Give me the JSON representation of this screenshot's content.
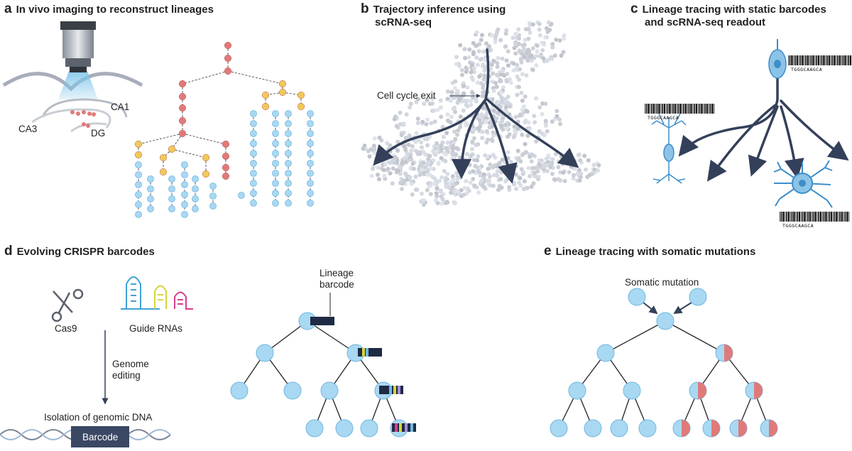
{
  "panels": {
    "a": {
      "letter": "a",
      "title": "In vivo imaging to reconstruct lineages",
      "labels": {
        "ca1": "CA1",
        "ca3": "CA3",
        "dg": "DG"
      }
    },
    "b": {
      "letter": "b",
      "title_line1": "Trajectory inference using",
      "title_line2": "scRNA-seq",
      "labels": {
        "cell_cycle_exit": "Cell cycle exit"
      }
    },
    "c": {
      "letter": "c",
      "title_line1": "Lineage tracing with static barcodes",
      "title_line2": "and scRNA-seq readout",
      "barcode_sequence": "TGGGCAAGCA"
    },
    "d": {
      "letter": "d",
      "title": "Evolving CRISPR barcodes",
      "labels": {
        "cas9": "Cas9",
        "guide_rnas": "Guide RNAs",
        "genome_editing_1": "Genome",
        "genome_editing_2": "editing",
        "isolation": "Isolation of genomic DNA",
        "barcode": "Barcode",
        "lineage_barcode_1": "Lineage",
        "lineage_barcode_2": "barcode"
      }
    },
    "e": {
      "letter": "e",
      "title": "Lineage tracing with somatic mutations",
      "labels": {
        "somatic_mutation": "Somatic mutation"
      }
    }
  },
  "colors": {
    "cell_blue": "#a9d8f2",
    "cell_blue_stroke": "#6fb8e0",
    "cell_red": "#e07a7a",
    "cell_yellow": "#f0c95a",
    "arrow_navy": "#34405a",
    "barcode_navy": "#1f2a44",
    "neuron_blue": "#3e8ec9",
    "scatter_gray": "#c3c9d4"
  }
}
